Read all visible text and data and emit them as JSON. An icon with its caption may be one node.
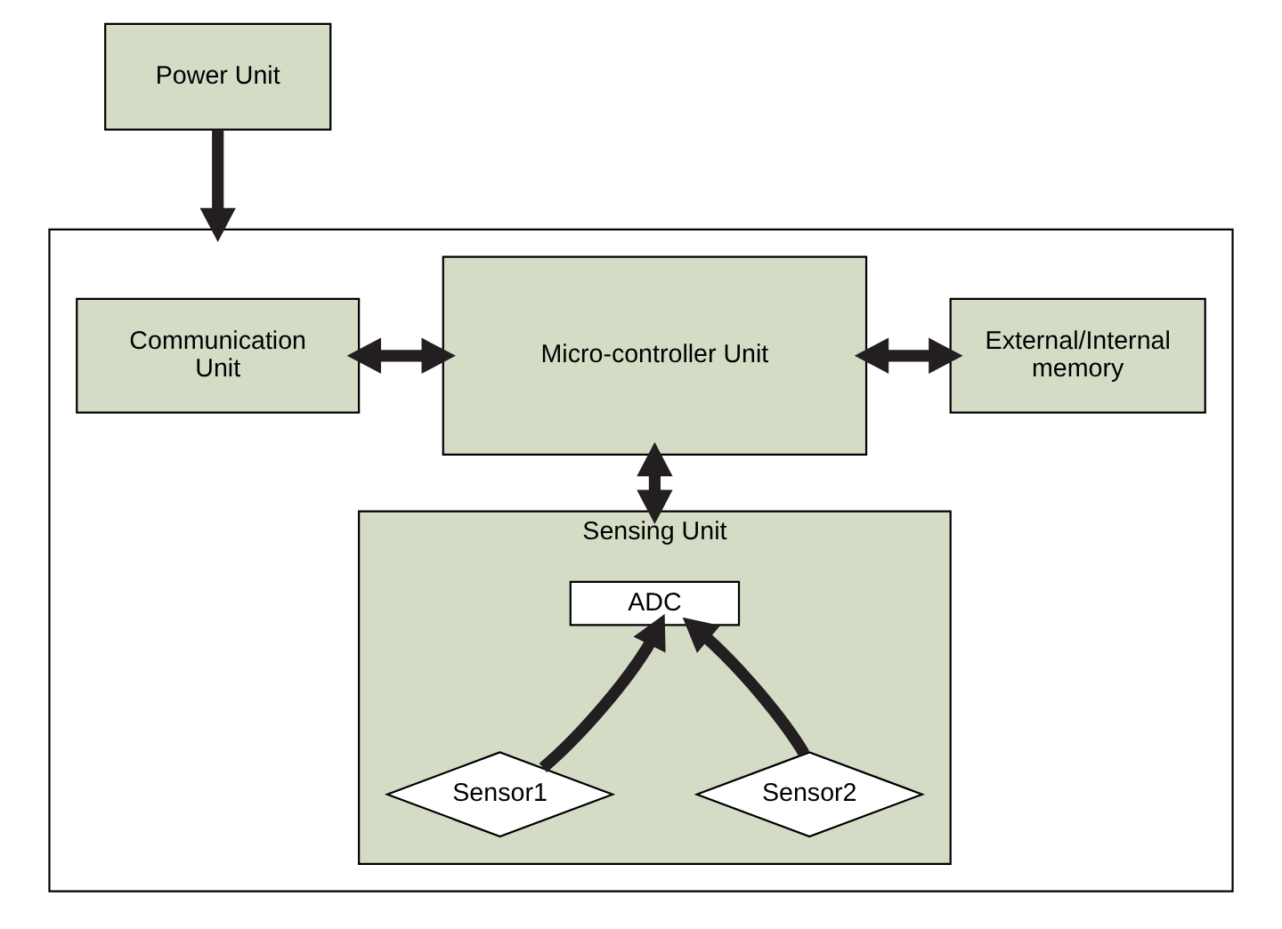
{
  "diagram": {
    "nodes": [
      {
        "text": [
          "Power Unit"
        ]
      },
      {
        "text": [],
        "shape": "box"
      },
      {
        "text": [
          "Communication Unit"
        ],
        "in": 1
      },
      {
        "text": [
          "Micro-controller Unit"
        ],
        "in": 1
      },
      {
        "text": [
          "External/Internal memory"
        ],
        "in": 1
      },
      {
        "text": [
          "Sensing Unit"
        ],
        "in": 1
      },
      {
        "text": [
          "ADC"
        ],
        "in": 5
      },
      {
        "text": [
          "Sensor1"
        ],
        "in": 5
      },
      {
        "text": [
          "Sensor2"
        ],
        "in": 5
      }
    ],
    "edges": [
      {
        "from": 0,
        "to": 1,
        "arrow": "to"
      },
      {
        "from": 2,
        "to": 3,
        "arrow": "both"
      },
      {
        "from": 3,
        "to": 4,
        "arrow": "both"
      },
      {
        "from": 3,
        "to": 5,
        "arrow": "both"
      },
      {
        "from": 7,
        "to": 6,
        "arrow": "to"
      },
      {
        "from": 8,
        "to": 6,
        "arrow": "to"
      }
    ]
  }
}
